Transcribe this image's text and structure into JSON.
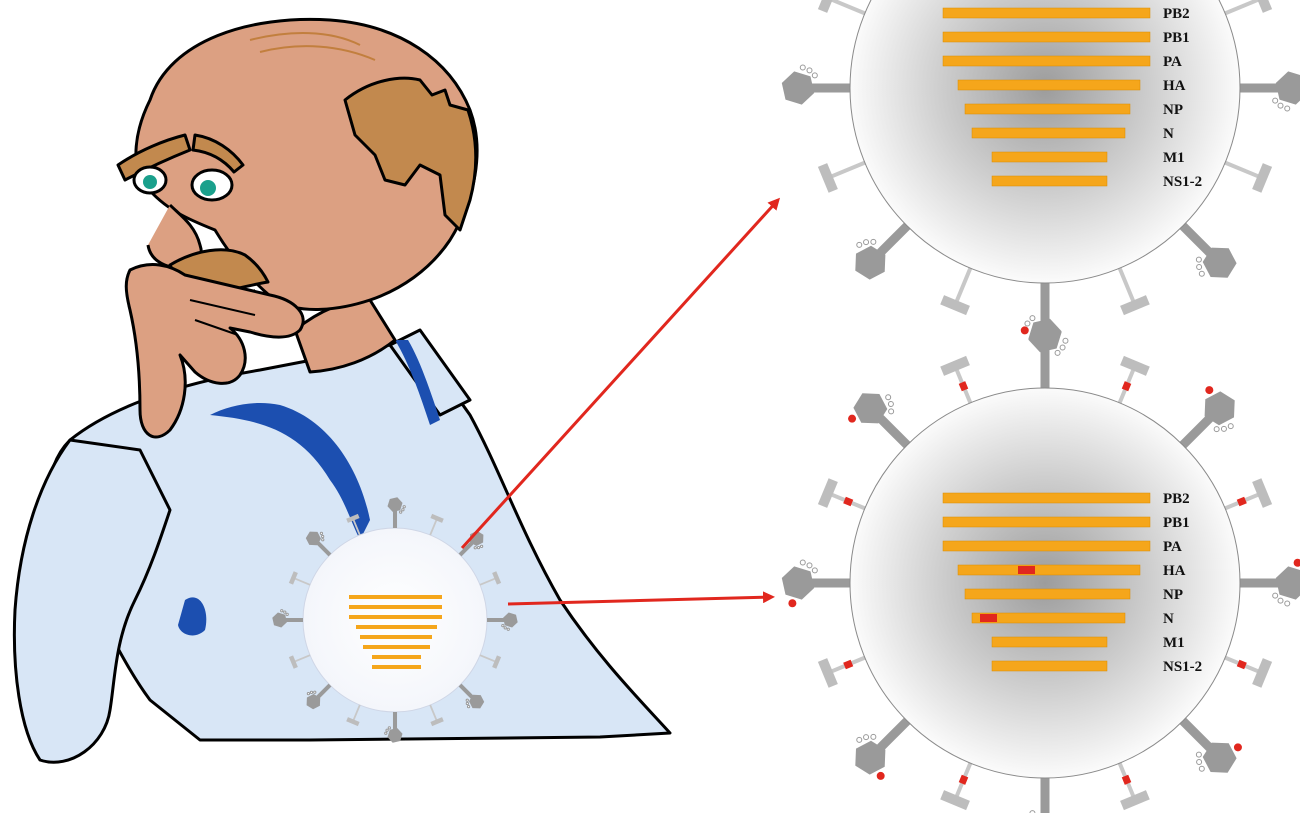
{
  "segments": [
    "PB2",
    "PB1",
    "PA",
    "HA",
    "NP",
    "N",
    "M1",
    "NS1-2"
  ],
  "colors": {
    "segment_bar": "#f5a61b",
    "mutation": "#e1271e",
    "arrow": "#e1271e",
    "spike": "#9a9a9a",
    "virus_membrane": "#d5d5d5",
    "shirt": "#d8e6f6",
    "shirt_stripe": "#1c4fb0",
    "skin": "#dca082",
    "hair": "#c2894e",
    "eye": "#1aa08c"
  },
  "viruses": [
    {
      "name": "original-virus",
      "mutations": []
    },
    {
      "name": "mutated-virus",
      "mutations": [
        "HA",
        "N"
      ]
    }
  ],
  "icon_names": [
    "man-thinking-illustration",
    "virus-icon",
    "spike-protein-icon",
    "arrow-icon"
  ]
}
